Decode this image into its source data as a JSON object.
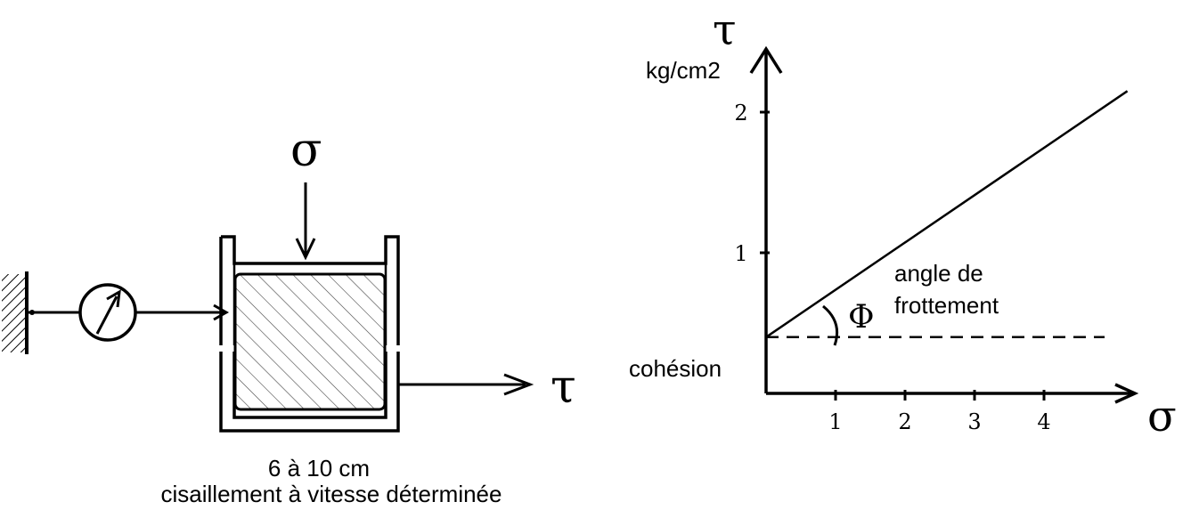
{
  "apparatus": {
    "sigma_symbol": "σ",
    "tau_symbol": "τ",
    "size_label": "6 à 10 cm",
    "caption": "cisaillement à vitesse déterminée"
  },
  "graph": {
    "y_symbol": "τ",
    "y_unit": "kg/cm2",
    "x_symbol": "σ",
    "phi_symbol": "Φ",
    "friction_label_line1": "angle de",
    "friction_label_line2": "frottement",
    "cohesion_label": "cohésion"
  },
  "chart_data": {
    "type": "line",
    "ylabel": "τ kg/cm2",
    "xlabel": "σ",
    "x_ticks": [
      "1",
      "2",
      "3",
      "4"
    ],
    "y_ticks": [
      "1",
      "2"
    ],
    "xlim": [
      0,
      5.5
    ],
    "ylim": [
      0,
      2.4
    ],
    "cohesion": 0.4,
    "series": [
      {
        "x": [
          0,
          5.2
        ],
        "y": [
          0.4,
          2.15
        ]
      }
    ]
  }
}
